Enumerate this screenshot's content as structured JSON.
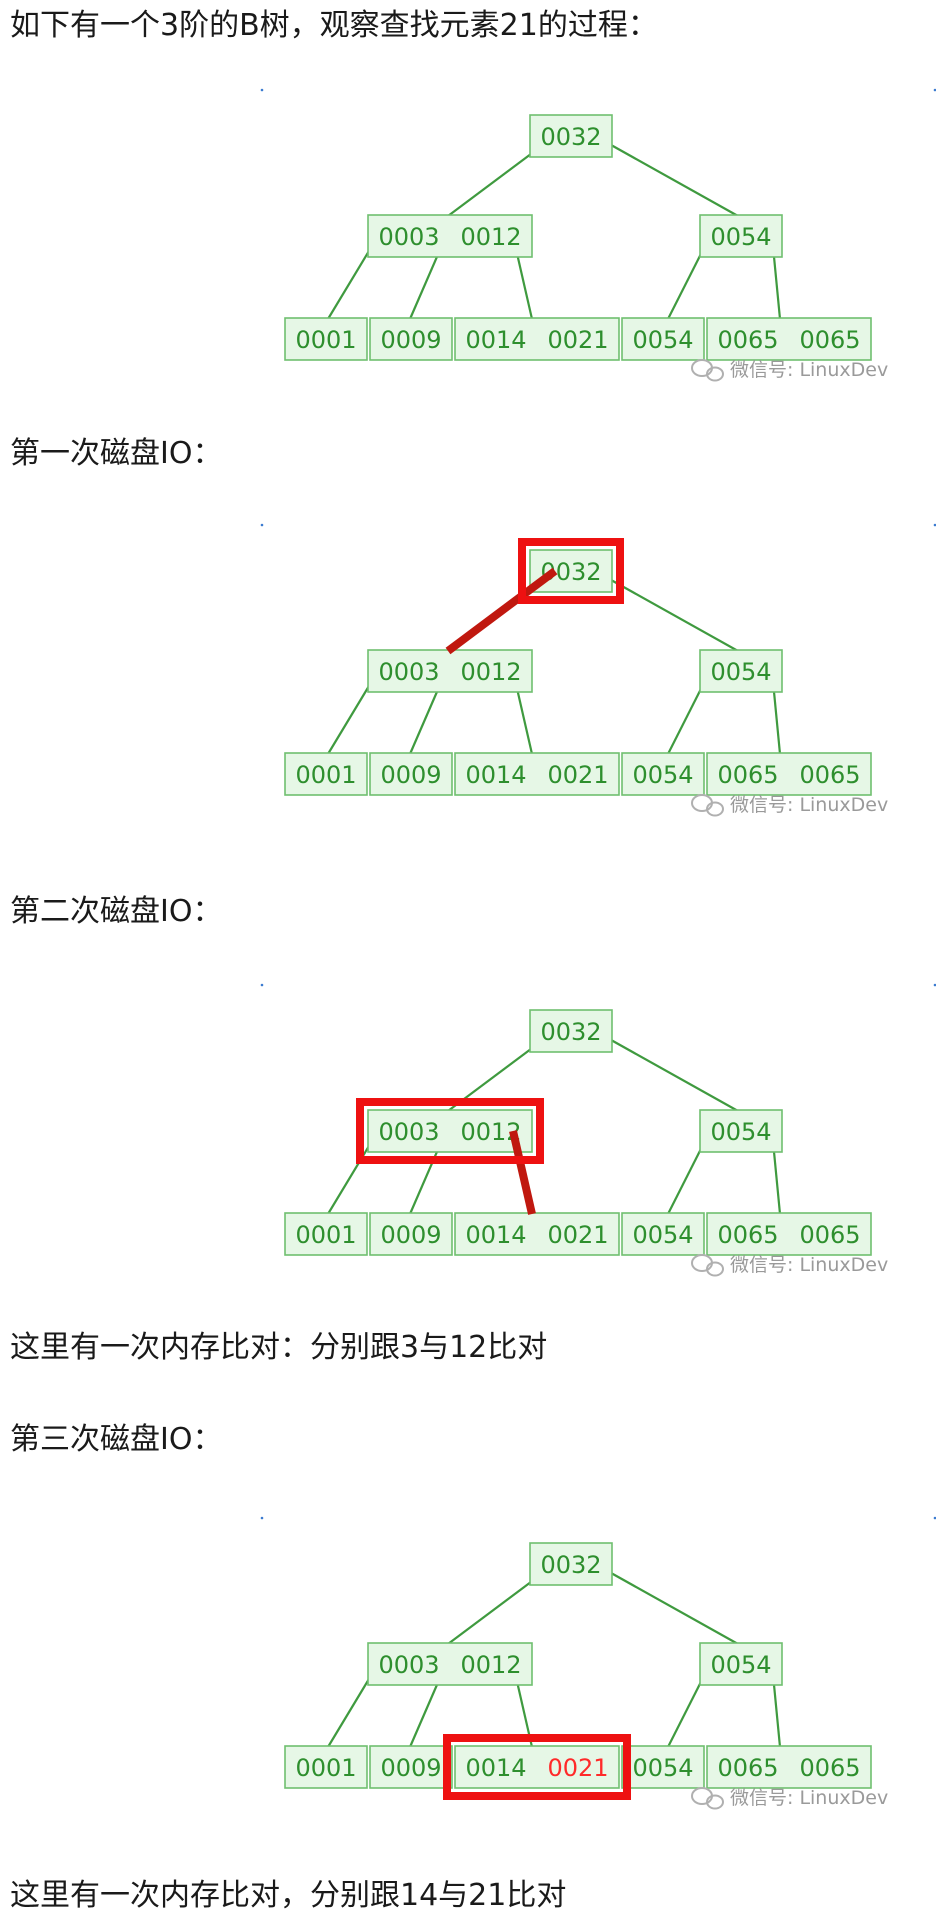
{
  "paragraphs": {
    "intro": "如下有一个3阶的B树，观察查找元素21的过程：",
    "io1": "第一次磁盘IO：",
    "io2": "第二次磁盘IO：",
    "cmp1": "这里有一次内存比对：分别跟3与12比对",
    "io3": "第三次磁盘IO：",
    "cmp2": "这里有一次内存比对，分别跟14与21比对"
  },
  "tree": {
    "root": [
      "0032"
    ],
    "level2": [
      [
        "0003",
        "0012"
      ],
      [
        "0054"
      ]
    ],
    "leaves": [
      [
        "0001"
      ],
      [
        "0009"
      ],
      [
        "0014",
        "0021"
      ],
      [
        "0054"
      ],
      [
        "0065",
        "0065"
      ]
    ]
  },
  "watermark": "微信号: LinuxDev",
  "colors": {
    "node_fill": "#e6f7e6",
    "node_border": "#6fbf6f",
    "key_text": "#2e8f2e",
    "highlight": "#ee1111",
    "found_key": "#ff2a2a"
  },
  "figures": [
    {
      "highlight_node": null,
      "highlight_edge": null,
      "found_key": null
    },
    {
      "highlight_node": "root",
      "highlight_edge": "root-to-left",
      "found_key": null
    },
    {
      "highlight_node": "left-internal",
      "highlight_edge": "left-internal-to-leaf3",
      "found_key": null
    },
    {
      "highlight_node": "leaf3",
      "highlight_edge": null,
      "found_key": "0021"
    }
  ]
}
